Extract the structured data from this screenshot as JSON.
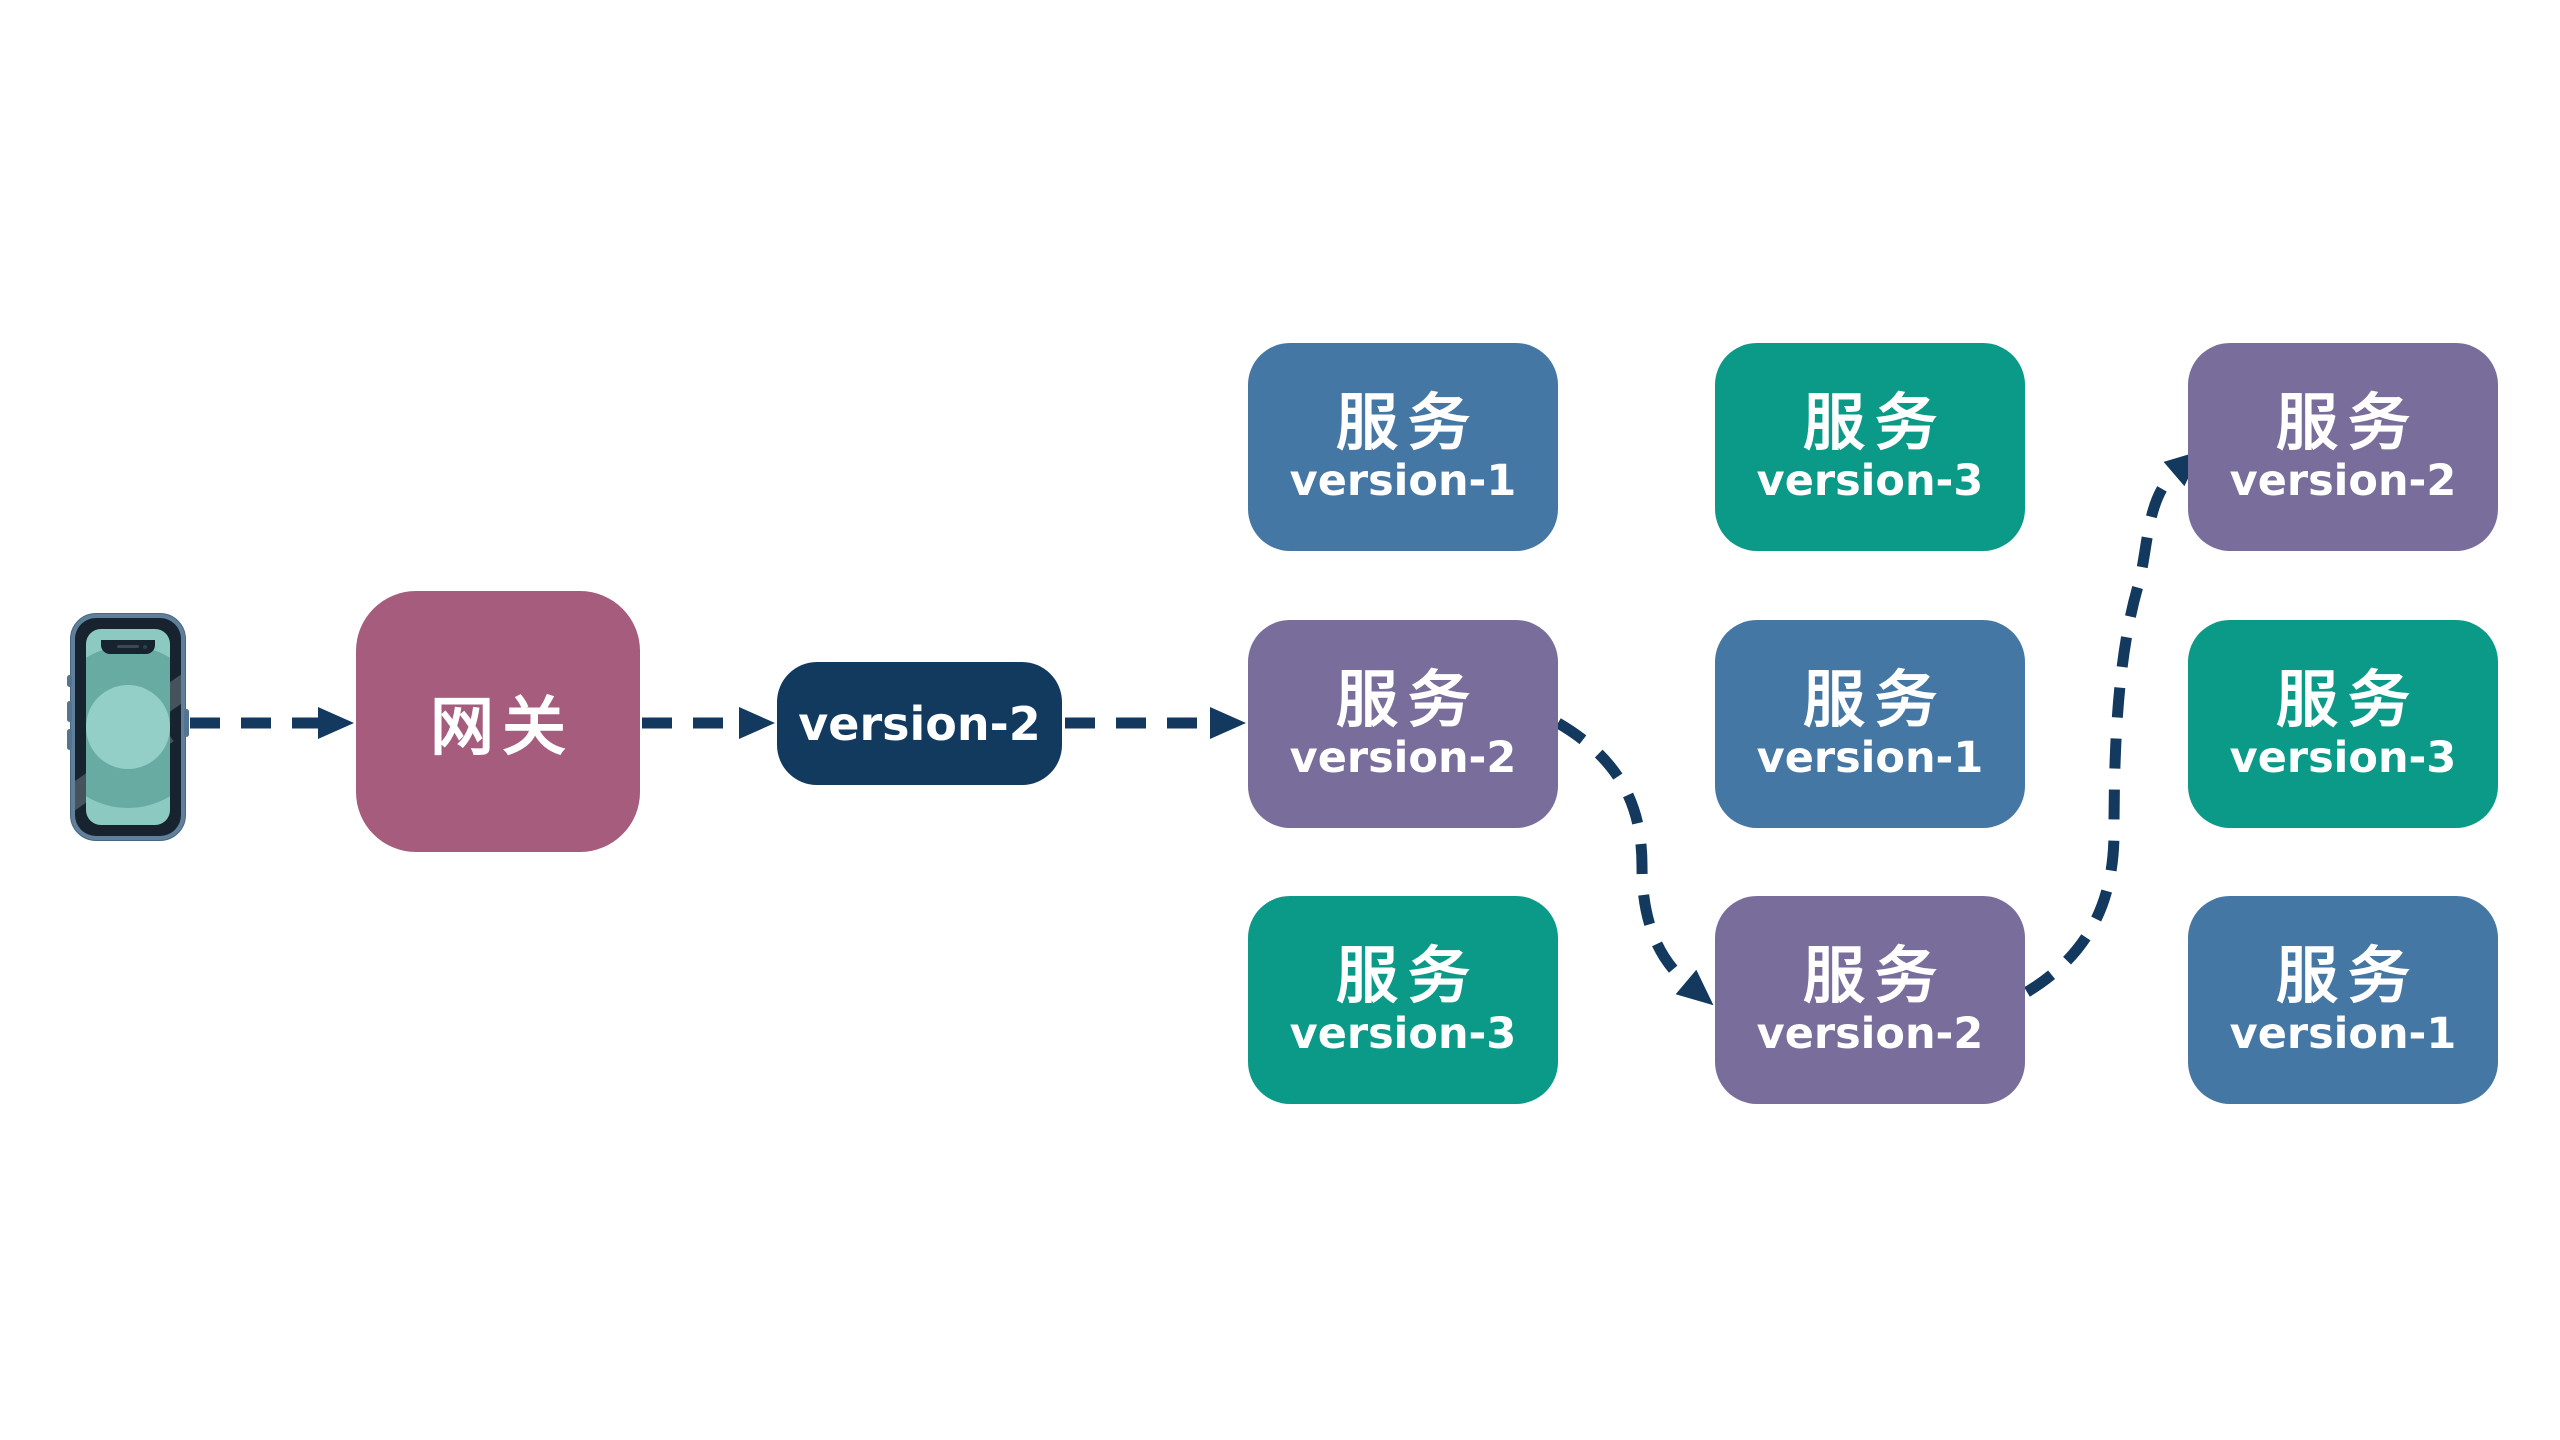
{
  "colors": {
    "background": "#ffffff",
    "arrow": "#14395e",
    "gateway_bg": "#a55c7d",
    "route_tag_bg": "#12395e",
    "service_version_1": "#4577a4",
    "service_version_2": "#796d9b",
    "service_version_3": "#0b9a88",
    "node_text": "#ffffff"
  },
  "client": {
    "icon": "smartphone-icon",
    "frame_color": "#5f7f9b",
    "bezel_color": "#17232e",
    "screen_outer": "#8cc9c1",
    "screen_ring": "#68aba3",
    "screen_center": "#93cfc7"
  },
  "gateway": {
    "label": "网关"
  },
  "route_tag": {
    "label": "version-2"
  },
  "services": [
    {
      "title": "服务",
      "version": "version-1",
      "bg": "#4577a4"
    },
    {
      "title": "服务",
      "version": "version-2",
      "bg": "#796d9b"
    },
    {
      "title": "服务",
      "version": "version-3",
      "bg": "#0b9a88"
    },
    {
      "title": "服务",
      "version": "version-3",
      "bg": "#0b9a88"
    },
    {
      "title": "服务",
      "version": "version-1",
      "bg": "#4577a4"
    },
    {
      "title": "服务",
      "version": "version-2",
      "bg": "#796d9b"
    },
    {
      "title": "服务",
      "version": "version-2",
      "bg": "#796d9b"
    },
    {
      "title": "服务",
      "version": "version-3",
      "bg": "#0b9a88"
    },
    {
      "title": "服务",
      "version": "version-1",
      "bg": "#4577a4"
    }
  ]
}
